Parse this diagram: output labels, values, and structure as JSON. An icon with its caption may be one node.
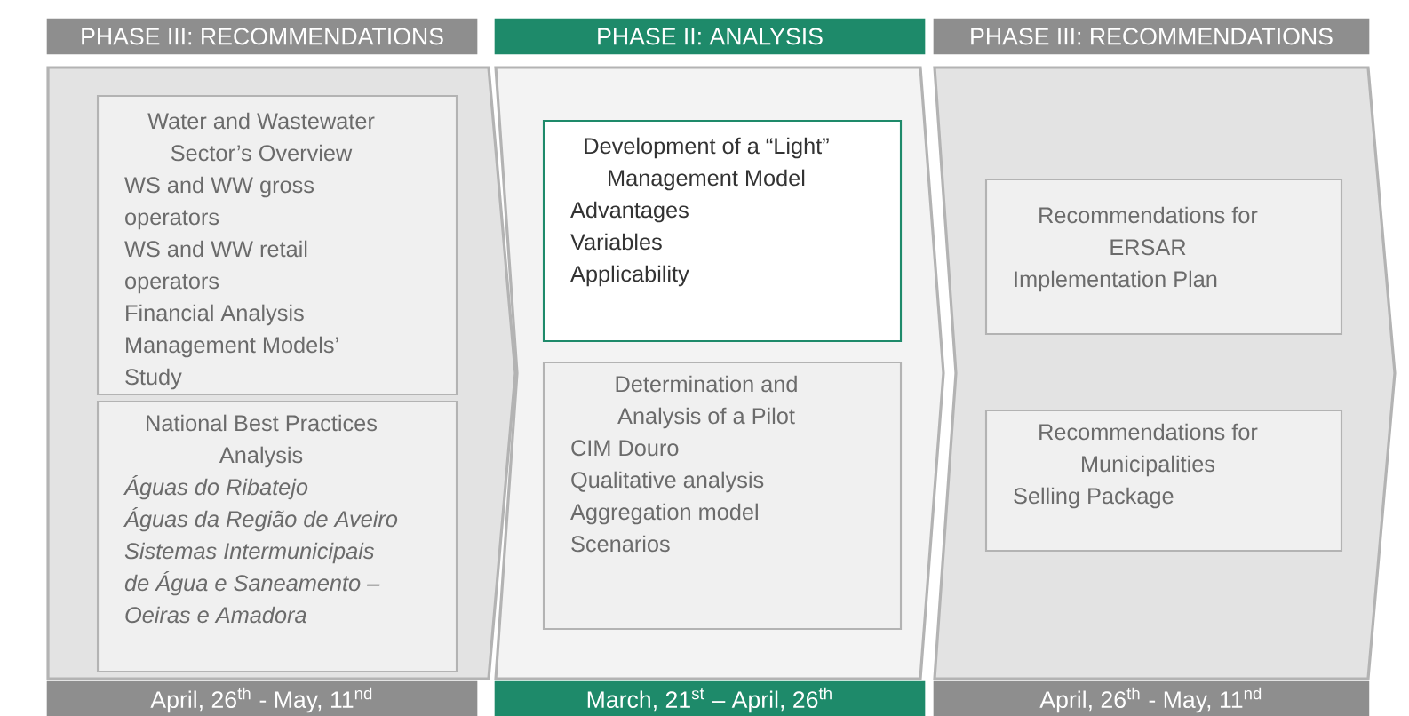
{
  "diagram": {
    "nodes": [
      {
        "text": [
          "PHASE III: RECOMMENDATIONS",
          "April, 26$^{th}$ - May, 11$^{nd}$"
        ]
      },
      {
        "text": [
          "Water and Wastewater Sector’s Overview",
          "WS and WW gross operators",
          "WS and WW retail operators",
          "Financial Analysis",
          "Management Models’ Study"
        ],
        "in": 0
      },
      {
        "text": [
          "National Best Practices Analysis",
          "Águas do Ribatejo",
          "Águas da Região de Aveiro",
          "Sistemas Intermunicipais de Água e Saneamento – Oeiras e Amadora"
        ],
        "in": 0
      },
      {
        "text": [
          "PHASE II: ANALYSIS",
          "March, 21$^{st}$ – April, 26$^{th}$"
        ]
      },
      {
        "text": [
          "Development of a “Light” Management Model",
          "Advantages",
          "Variables",
          "Applicability"
        ],
        "in": 3
      },
      {
        "text": [
          "Determination and Analysis of a Pilot",
          "CIM Douro",
          "Qualitative analysis",
          "Aggregation model",
          "Scenarios"
        ],
        "in": 3
      },
      {
        "text": [
          "PHASE III: RECOMMENDATIONS",
          "April, 26$^{th}$ - May, 11$^{nd}$"
        ]
      },
      {
        "text": [
          "Recommendations for ERSAR",
          "Implementation Plan"
        ],
        "in": 6
      },
      {
        "text": [
          "Recommendations for Municipalities",
          "Selling Package"
        ],
        "in": 6
      }
    ]
  }
}
